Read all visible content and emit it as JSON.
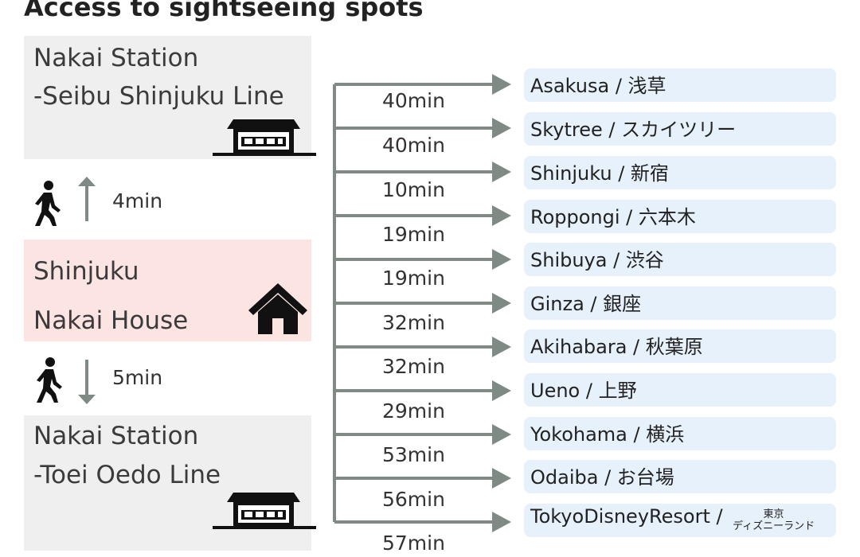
{
  "title": "Access to sightseeing spots",
  "station_top": {
    "line1": "Nakai Station",
    "line2": "-Seibu Shinjuku Line"
  },
  "home": {
    "line1": "Shinjuku",
    "line2": "Nakai House"
  },
  "station_bottom": {
    "line1": "Nakai Station",
    "line2": "-Toei Oedo Line"
  },
  "walk_up": {
    "time": "4min"
  },
  "walk_down": {
    "time": "5min"
  },
  "icons": [
    "train-station-icon",
    "walking-person-icon",
    "arrow-up-icon",
    "house-icon",
    "arrow-down-icon",
    "arrow-right-icon"
  ],
  "routes": [
    {
      "dest": "Asakusa / 浅草",
      "time": "40min"
    },
    {
      "dest": "Skytree / スカイツリー",
      "time": "40min"
    },
    {
      "dest": "Shinjuku / 新宿",
      "time": "10min"
    },
    {
      "dest": "Roppongi / 六本木",
      "time": "19min"
    },
    {
      "dest": "Shibuya / 渋谷",
      "time": "19min"
    },
    {
      "dest": "Ginza / 銀座",
      "time": "32min"
    },
    {
      "dest": "Akihabara / 秋葉原",
      "time": "32min"
    },
    {
      "dest": "Ueno / 上野",
      "time": "29min"
    },
    {
      "dest": "Yokohama / 横浜",
      "time": "53min"
    },
    {
      "dest": "Odaiba / お台場",
      "time": "56min"
    },
    {
      "dest": "TokyoDisneyResort /",
      "dest_small_1": "東京",
      "dest_small_2": "ディズニーランド",
      "time": "57min"
    }
  ],
  "colors": {
    "station_bg": "#efefef",
    "home_bg": "#fbe4e2",
    "dest_bg": "#e6f1fb",
    "arrow": "#7f8a84"
  }
}
